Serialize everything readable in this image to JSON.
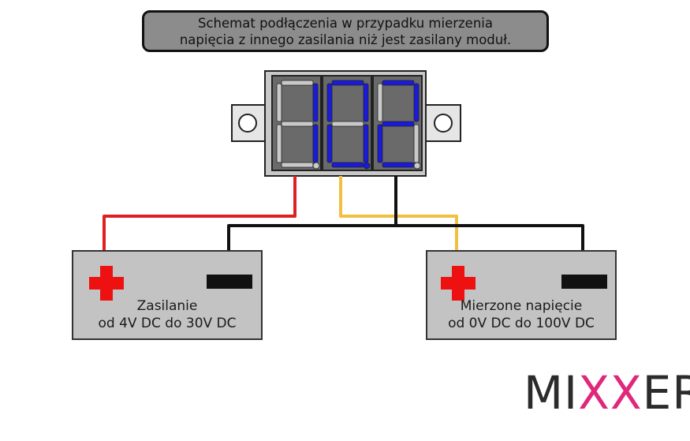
{
  "title": {
    "line1": "Schemat podłączenia w przypadku mierzenia",
    "line2": "napięcia z innego zasilania niż jest zasilany moduł."
  },
  "battery_left": {
    "line1": "Zasilanie",
    "line2": "od 4V DC do 30V DC"
  },
  "battery_right": {
    "line1": "Mierzone napięcie",
    "line2": "od 0V DC do 100V DC"
  },
  "logo": {
    "prefix": "MI",
    "mark": "XX",
    "suffix": "ER"
  },
  "colors": {
    "wire_red": "#e02020",
    "wire_yellow": "#f0c040",
    "wire_black": "#111111",
    "digit_blue": "#1a1adb"
  }
}
